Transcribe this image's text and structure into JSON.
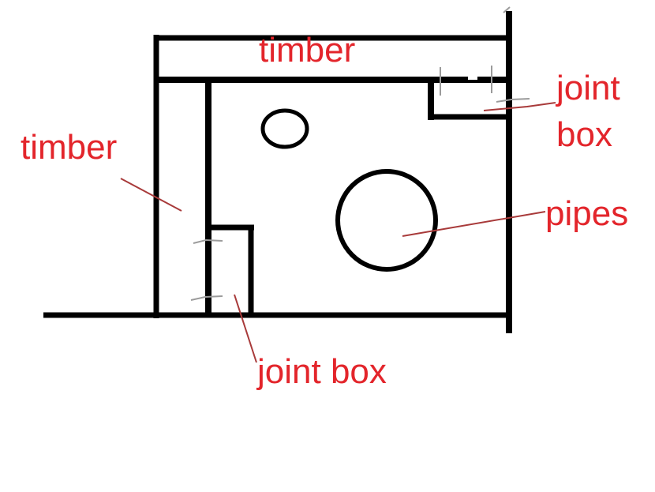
{
  "title": "hand-drawn wall framing sketch",
  "colors": {
    "background": "#ffffff",
    "ink_black": "#000000",
    "label_red": "#e3252b",
    "leader_line_red": "#a83a3a",
    "pencil_gray": "#9b9b9b"
  },
  "labels": {
    "timber_top": "timber",
    "timber_left": "timber",
    "joint_box_right": {
      "line1": "joint",
      "line2": "box"
    },
    "pipes": "pipes",
    "joint_box_bottom": "joint box"
  }
}
